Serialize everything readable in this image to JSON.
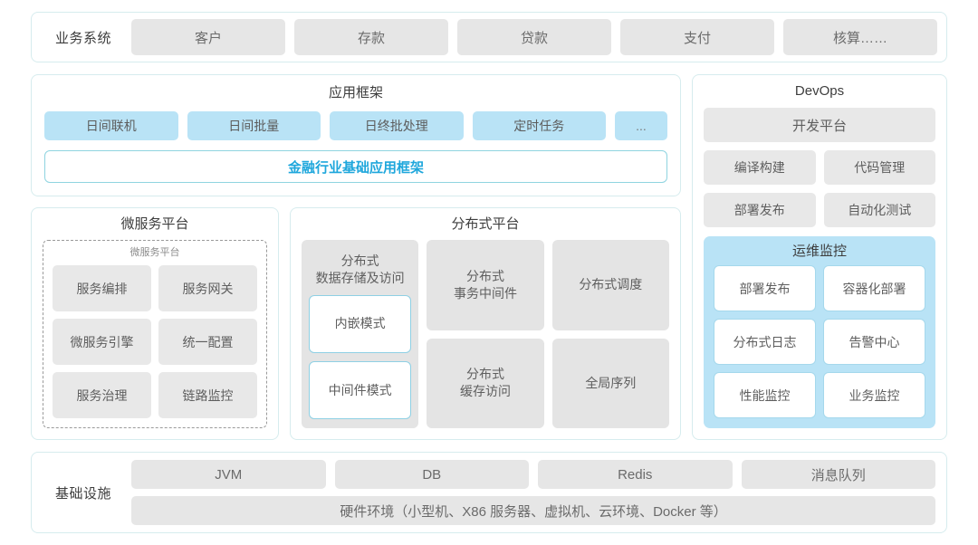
{
  "business_system": {
    "label": "业务系统",
    "items": [
      "客户",
      "存款",
      "贷款",
      "支付",
      "核算……"
    ]
  },
  "app_framework": {
    "title": "应用框架",
    "tags": [
      "日间联机",
      "日间批量",
      "日终批处理",
      "定时任务",
      "..."
    ],
    "highlight": "金融行业基础应用框架",
    "highlight_color": "#1fa7dc"
  },
  "micro_service": {
    "title": "微服务平台",
    "inner_label": "微服务平台",
    "items": [
      "服务编排",
      "服务网关",
      "微服务引擎",
      "统一配置",
      "服务治理",
      "链路监控"
    ]
  },
  "distributed": {
    "title": "分布式平台",
    "storage": {
      "title": "分布式\n数据存储及访问",
      "modes": [
        "内嵌模式",
        "中间件模式"
      ]
    },
    "cells": [
      "分布式\n事务中间件",
      "分布式调度",
      "分布式\n缓存访问",
      "全局序列"
    ]
  },
  "devops": {
    "title": "DevOps",
    "platform": "开发平台",
    "items": [
      "编译构建",
      "代码管理",
      "部署发布",
      "自动化测试"
    ],
    "ops": {
      "title": "运维监控",
      "accent": "#b9e3f6",
      "items": [
        "部署发布",
        "容器化部署",
        "分布式日志",
        "告警中心",
        "性能监控",
        "业务监控"
      ]
    }
  },
  "infrastructure": {
    "label": "基础设施",
    "tags": [
      "JVM",
      "DB",
      "Redis",
      "消息队列"
    ],
    "hardware": "硬件环境（小型机、X86 服务器、虚拟机、云环境、Docker 等）"
  }
}
